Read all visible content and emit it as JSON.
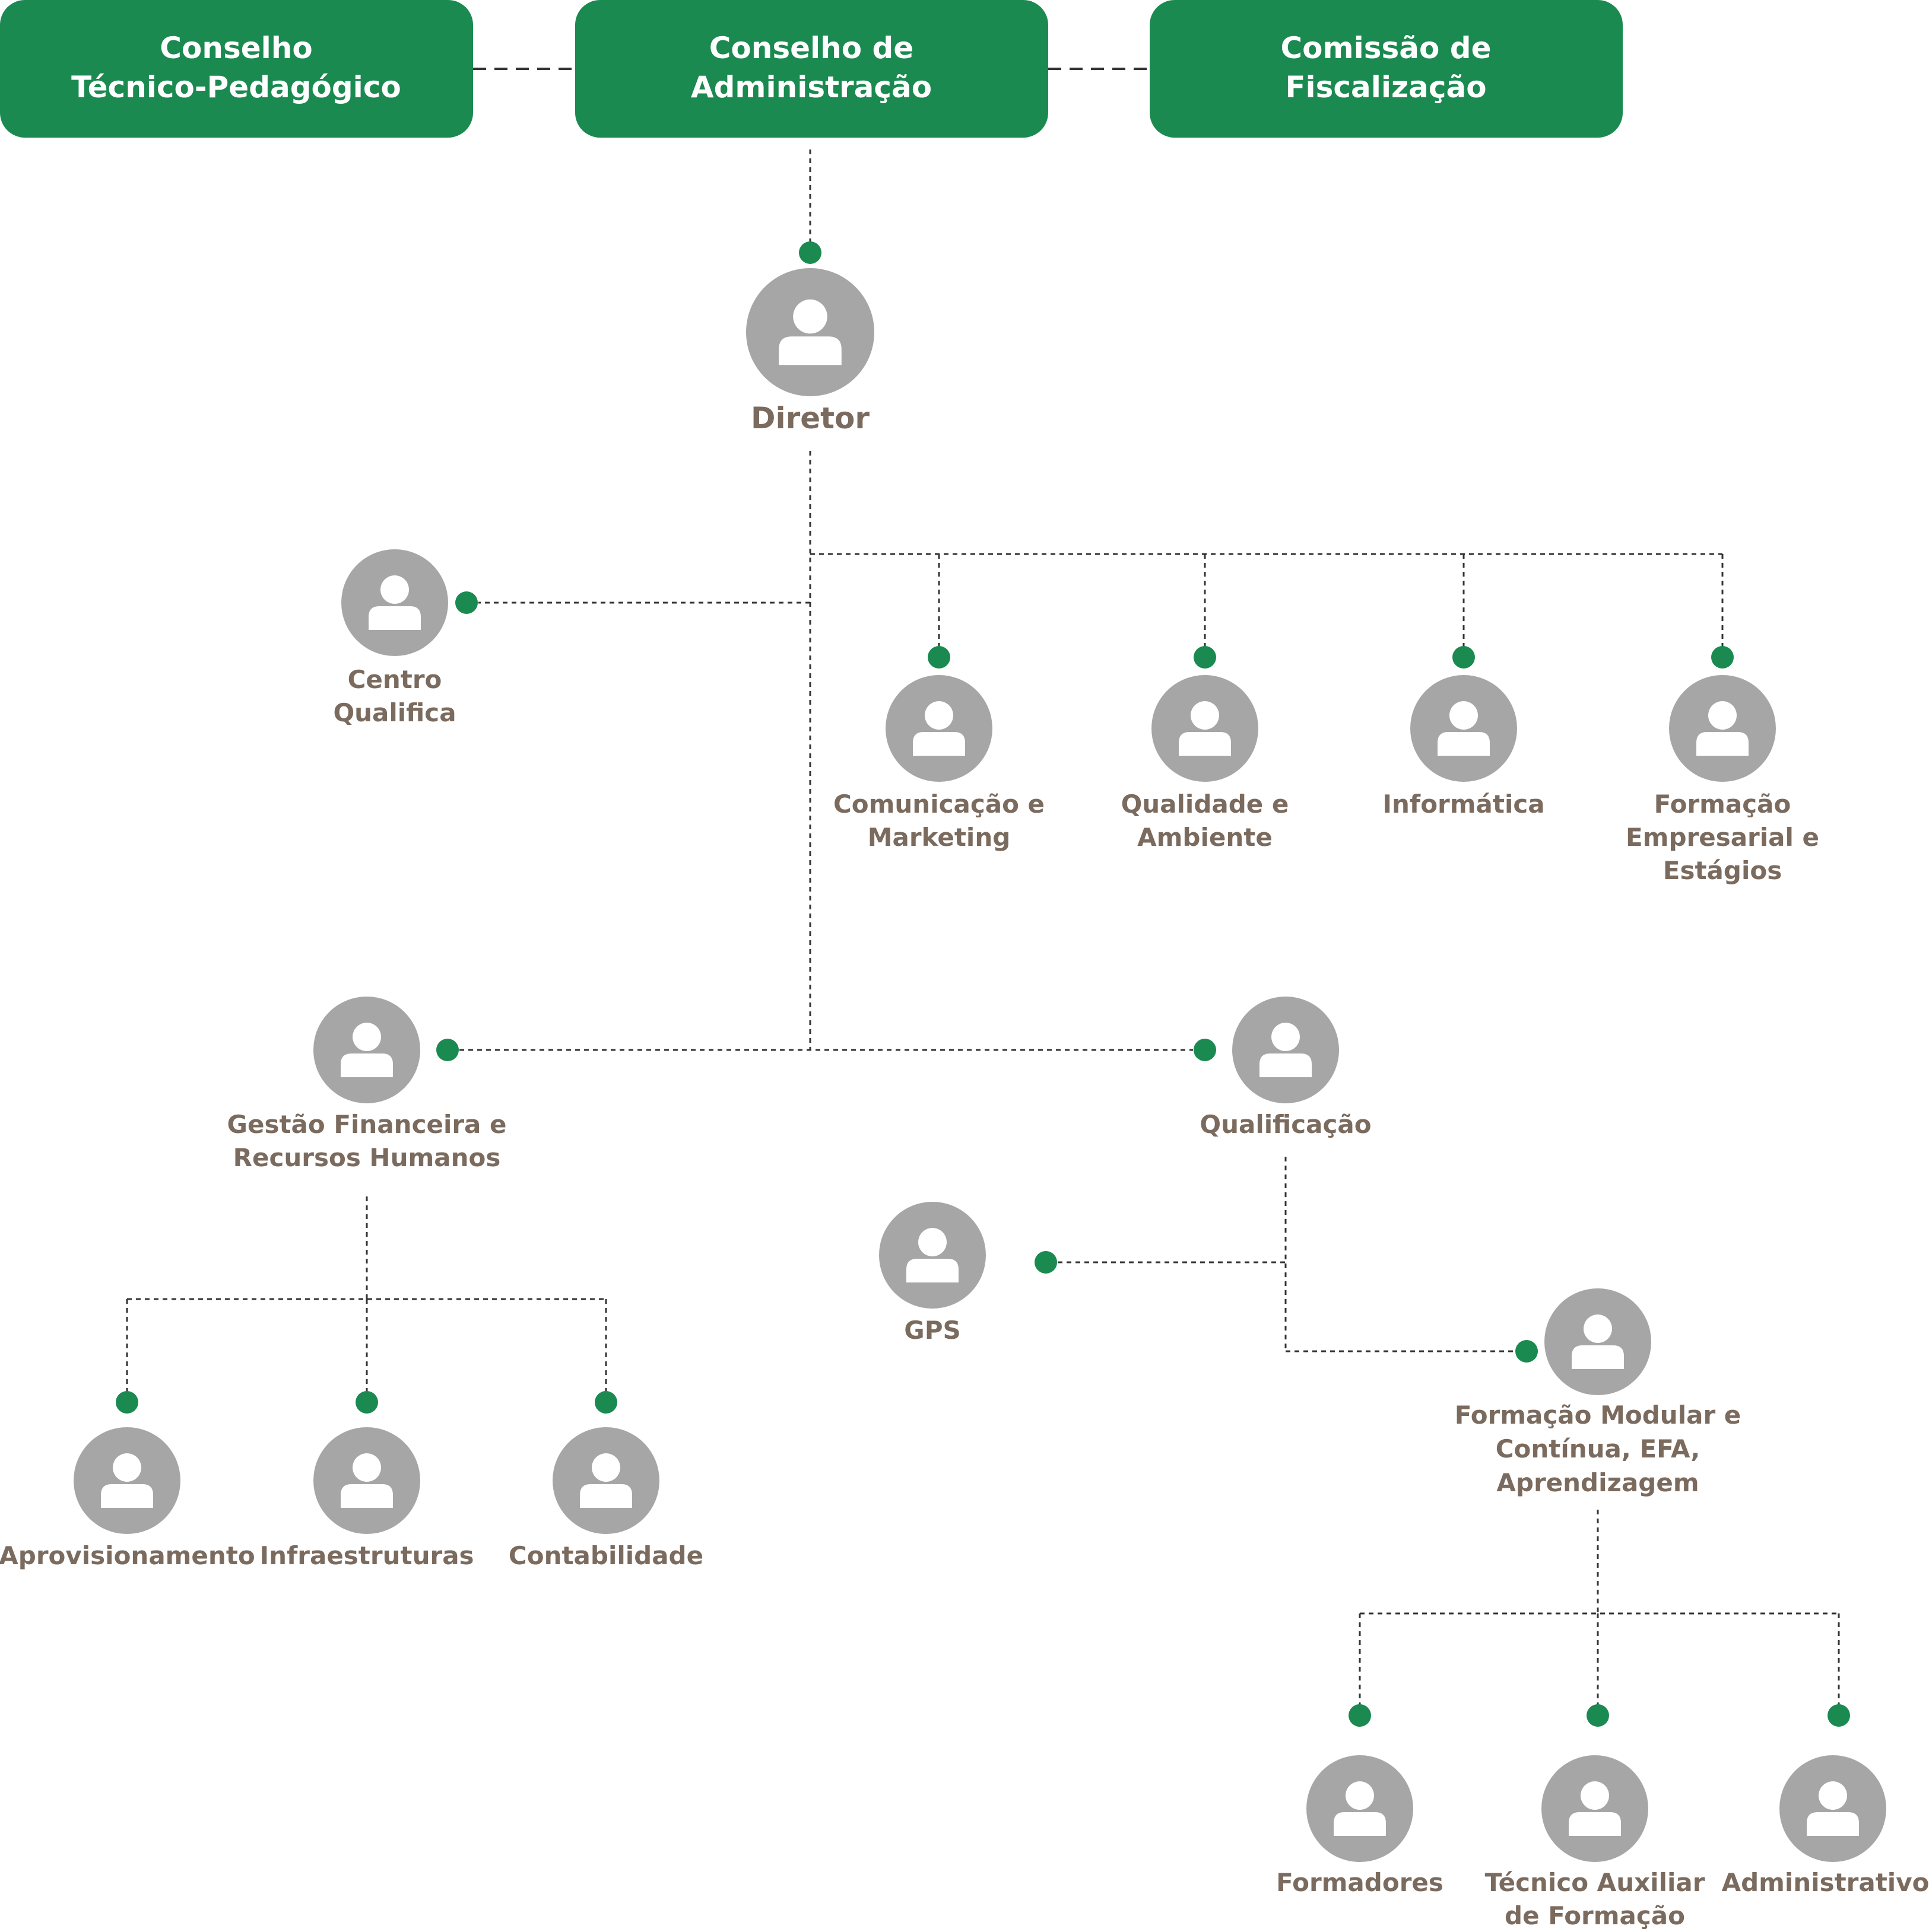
{
  "boards": [
    {
      "id": "b1",
      "lines": [
        "Conselho",
        "Técnico-Pedagógico"
      ]
    },
    {
      "id": "b2",
      "lines": [
        "Conselho de",
        "Administração"
      ]
    },
    {
      "id": "b3",
      "lines": [
        "Comissão de",
        "Fiscalização"
      ]
    }
  ],
  "nodes": [
    {
      "id": "dir",
      "lines": [
        "Diretor"
      ]
    },
    {
      "id": "cq",
      "lines": [
        "Centro",
        "Qualifica"
      ]
    },
    {
      "id": "com",
      "lines": [
        "Comunicação e",
        "Marketing"
      ]
    },
    {
      "id": "qa",
      "lines": [
        "Qualidade e",
        "Ambiente"
      ]
    },
    {
      "id": "inf",
      "lines": [
        "Informática"
      ]
    },
    {
      "id": "fe",
      "lines": [
        "Formação",
        "Empresarial e",
        "Estágios"
      ]
    },
    {
      "id": "gf",
      "lines": [
        "Gestão Financeira e",
        "Recursos Humanos"
      ]
    },
    {
      "id": "qual",
      "lines": [
        "Qualificação"
      ]
    },
    {
      "id": "gps",
      "lines": [
        "GPS"
      ]
    },
    {
      "id": "fm",
      "lines": [
        "Formação Modular e",
        "Contínua, EFA,",
        "Aprendizagem"
      ]
    },
    {
      "id": "apr",
      "lines": [
        "Aprovisionamento"
      ]
    },
    {
      "id": "infra",
      "lines": [
        "Infraestruturas"
      ]
    },
    {
      "id": "cont",
      "lines": [
        "Contabilidade"
      ]
    },
    {
      "id": "form",
      "lines": [
        "Formadores"
      ]
    },
    {
      "id": "tec",
      "lines": [
        "Técnico Auxiliar",
        "de Formação"
      ]
    },
    {
      "id": "adm",
      "lines": [
        "Administrativos"
      ]
    }
  ],
  "colors": {
    "accent": "#1a8a50",
    "avatar": "#a6a6a6",
    "label": "#7b6b5e",
    "connector": "#333333"
  },
  "icons": {
    "person": "person-icon"
  }
}
